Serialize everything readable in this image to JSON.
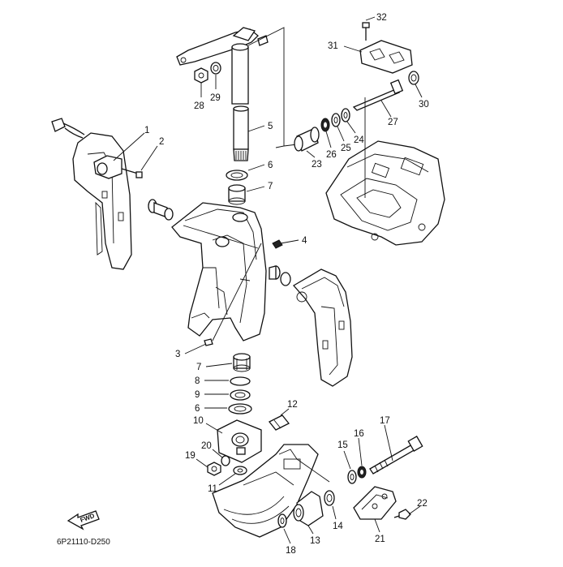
{
  "diagram": {
    "drawing_code": "6P21110-D250",
    "fwd_label": "FWD",
    "callouts": [
      {
        "id": "c32",
        "text": "32"
      },
      {
        "id": "c31",
        "text": "31"
      },
      {
        "id": "c30",
        "text": "30"
      },
      {
        "id": "c27",
        "text": "27"
      },
      {
        "id": "c24",
        "text": "24"
      },
      {
        "id": "c25",
        "text": "25"
      },
      {
        "id": "c26",
        "text": "26"
      },
      {
        "id": "c23",
        "text": "23"
      },
      {
        "id": "c28",
        "text": "28"
      },
      {
        "id": "c29",
        "text": "29"
      },
      {
        "id": "c5",
        "text": "5"
      },
      {
        "id": "c6a",
        "text": "6"
      },
      {
        "id": "c7a",
        "text": "7"
      },
      {
        "id": "c1",
        "text": "1"
      },
      {
        "id": "c2",
        "text": "2"
      },
      {
        "id": "c4",
        "text": "4"
      },
      {
        "id": "c3",
        "text": "3"
      },
      {
        "id": "c7b",
        "text": "7"
      },
      {
        "id": "c8",
        "text": "8"
      },
      {
        "id": "c9",
        "text": "9"
      },
      {
        "id": "c6b",
        "text": "6"
      },
      {
        "id": "c12",
        "text": "12"
      },
      {
        "id": "c10",
        "text": "10"
      },
      {
        "id": "c20",
        "text": "20"
      },
      {
        "id": "c19",
        "text": "19"
      },
      {
        "id": "c11",
        "text": "11"
      },
      {
        "id": "c15",
        "text": "15"
      },
      {
        "id": "c16",
        "text": "16"
      },
      {
        "id": "c17",
        "text": "17"
      },
      {
        "id": "c22",
        "text": "22"
      },
      {
        "id": "c18",
        "text": "18"
      },
      {
        "id": "c13",
        "text": "13"
      },
      {
        "id": "c14",
        "text": "14"
      },
      {
        "id": "c21",
        "text": "21"
      }
    ]
  }
}
